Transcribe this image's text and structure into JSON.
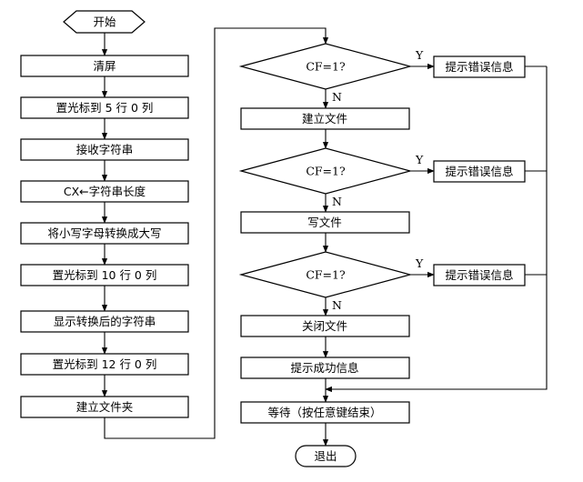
{
  "flowchart": {
    "left_column": {
      "start": "开始",
      "clear_screen": "清屏",
      "cursor_row5": "置光标到 5 行 0 列",
      "receive_string": "接收字符串",
      "cx_length": "CX←字符串长度",
      "to_upper": "将小写字母转换成大写",
      "cursor_row10": "置光标到 10 行 0 列",
      "show_converted": "显示转换后的字符串",
      "cursor_row12": "置光标到 12 行 0 列",
      "create_folder": "建立文件夹"
    },
    "right_column": {
      "decision_1": "CF=1?",
      "create_file": "建立文件",
      "decision_2": "CF=1?",
      "write_file": "写文件",
      "decision_3": "CF=1?",
      "close_file": "关闭文件",
      "show_success": "提示成功信息",
      "wait_key": "等待（按任意键结束）",
      "exit": "退出"
    },
    "error_boxes": [
      "提示错误信息",
      "提示错误信息",
      "提示错误信息"
    ],
    "yes_label": "Y",
    "no_label": "N"
  }
}
